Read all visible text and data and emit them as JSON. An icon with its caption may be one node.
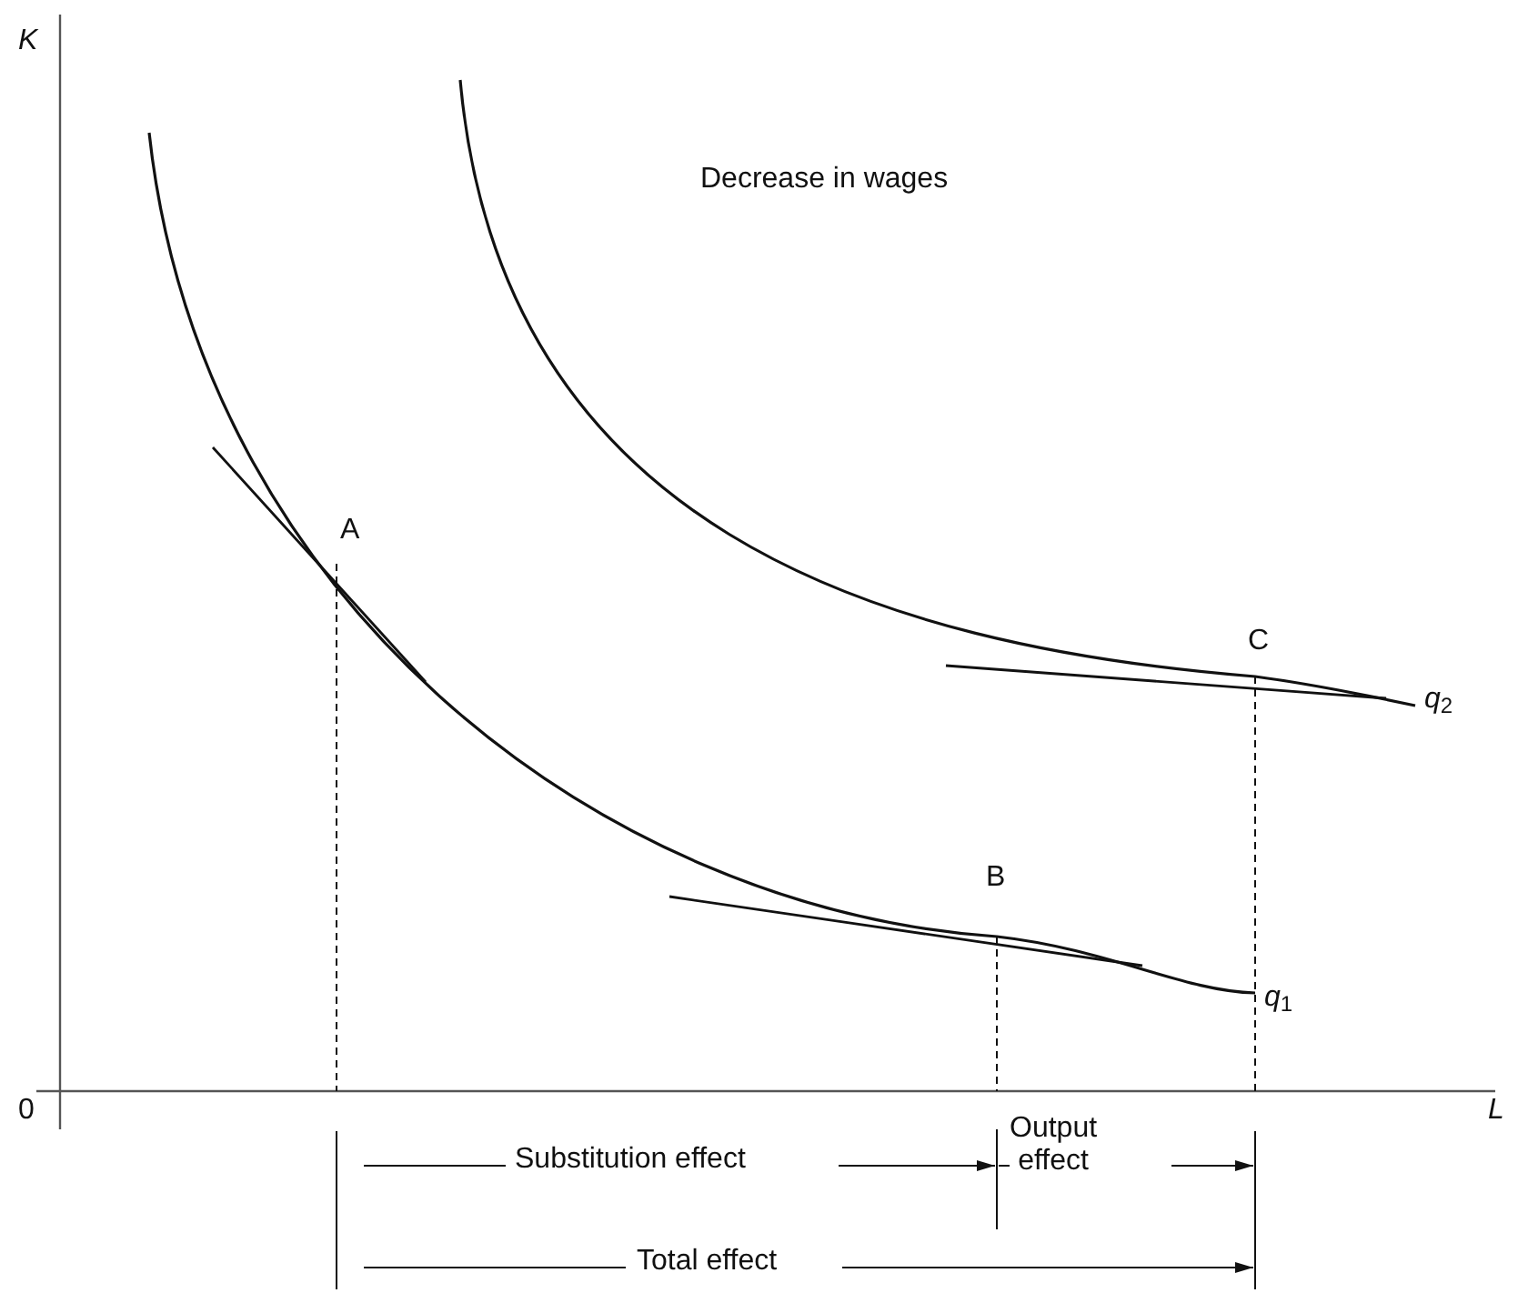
{
  "diagram": {
    "labels": [
      "K",
      "Decrease in wages",
      "A",
      "C",
      "*q*$_{2}$",
      "B",
      "*q*$_{1}$",
      "0",
      "L",
      "Substitution effect",
      "Output effect",
      "Total effect"
    ]
  }
}
